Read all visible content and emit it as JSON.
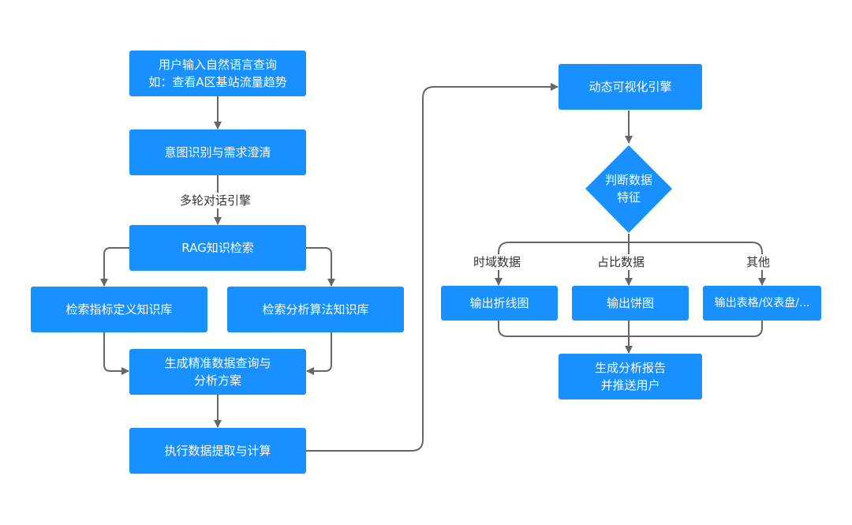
{
  "colors": {
    "node_fill": "#1890FF",
    "arrow": "#666666",
    "label": "#333333"
  },
  "nodes": {
    "user_input": {
      "line1": "用户输入自然语言查询",
      "line2": "如：查看A区基站流量趋势"
    },
    "intent": "意图识别与需求澄清",
    "rag": "RAG知识检索",
    "search_metric": "检索指标定义知识库",
    "search_algo": "检索分析算法知识库",
    "generate": {
      "line1": "生成精准数据查询与",
      "line2": "分析方案"
    },
    "execute": "执行数据提取与计算",
    "viz_engine": "动态可视化引擎",
    "judge": {
      "line1": "判断数据",
      "line2": "特征"
    },
    "out_line": "输出折线图",
    "out_pie": "输出饼图",
    "out_table": "输出表格/仪表盘/...",
    "report": {
      "line1": "生成分析报告",
      "line2": "并推送用户"
    }
  },
  "edge_labels": {
    "multi_turn": "多轮对话引擎",
    "time_domain": "时域数据",
    "proportion": "占比数据",
    "other": "其他"
  }
}
